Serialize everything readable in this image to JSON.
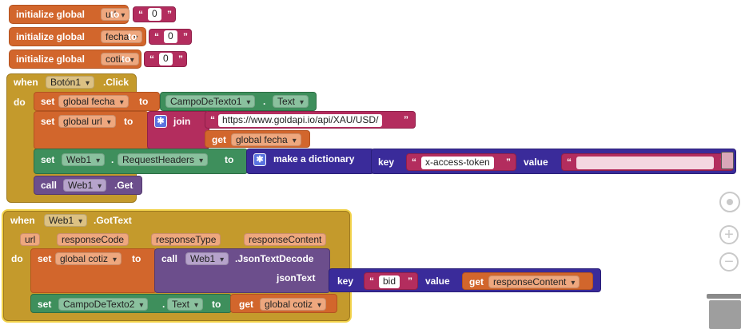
{
  "blocks": {
    "init_url": {
      "initialize": "initialize global",
      "name": "url",
      "to": "to",
      "value": "0"
    },
    "init_fecha": {
      "initialize": "initialize global",
      "name": "fecha",
      "to": "to",
      "value": "0"
    },
    "init_cotiz": {
      "initialize": "initialize global",
      "name": "cotiz",
      "to": "to",
      "value": "0"
    },
    "click_event": {
      "when": "when",
      "component": "Botón1",
      "event": ".Click",
      "do": "do",
      "set_fecha": {
        "set": "set",
        "var": "global fecha",
        "to": "to",
        "component": "CampoDeTexto1",
        "prop": "Text"
      },
      "set_url": {
        "set": "set",
        "var": "global url",
        "to": "to",
        "join": "join",
        "str": "https://www.goldapi.io/api/XAU/USD/",
        "get": "get",
        "get_var": "global fecha"
      },
      "set_headers": {
        "set": "set",
        "component": "Web1",
        "prop": "RequestHeaders",
        "to": "to",
        "make": "make a dictionary",
        "key": "key",
        "key_str": "x-access-token",
        "value": "value"
      },
      "call_get": {
        "call": "call",
        "component": "Web1",
        "method": ".Get"
      }
    },
    "gottext_event": {
      "when": "when",
      "component": "Web1",
      "event": ".GotText",
      "params": [
        "url",
        "responseCode",
        "responseType",
        "responseContent"
      ],
      "do": "do",
      "set_cotiz": {
        "set": "set",
        "var": "global cotiz",
        "to": "to",
        "call": "call",
        "component": "Web1",
        "method": ".JsonTextDecode",
        "jsonText": "jsonText",
        "key": "key",
        "key_str": "bid",
        "value": "value",
        "get": "get",
        "get_var": "responseContent"
      },
      "set_text": {
        "set": "set",
        "component": "CampoDeTexto2",
        "prop": "Text",
        "to": "to",
        "get": "get",
        "get_var": "global cotiz"
      }
    }
  },
  "colors": {
    "variables": "#d2662c",
    "text": "#b32d5e",
    "events": "#c49a2c",
    "components": "#3e8f5c",
    "calls": "#6c4e8c",
    "dictionaries": "#3a2b9a"
  },
  "icons": [
    "gear-icon",
    "target-icon",
    "zoom-in-icon",
    "zoom-out-icon",
    "trash-icon"
  ]
}
